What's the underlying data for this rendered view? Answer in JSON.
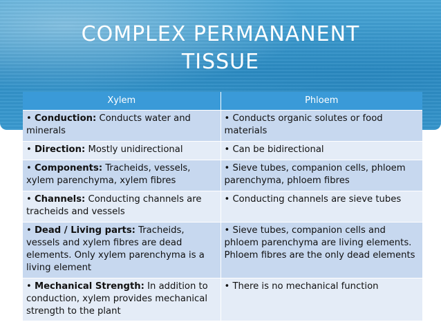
{
  "title": {
    "line1": "COMPLEX PERMANANENT",
    "line2": "TISSUE"
  },
  "table": {
    "headers": [
      "Xylem",
      "Phloem"
    ],
    "rows": [
      {
        "xylem": {
          "bullet": "•",
          "label": "Conduction:",
          "text": " Conducts water and minerals"
        },
        "phloem": {
          "bullet": "•",
          "label": "",
          "text": " Conducts organic solutes or food materials"
        }
      },
      {
        "xylem": {
          "bullet": "•",
          "label": "Direction:",
          "text": " Mostly unidirectional"
        },
        "phloem": {
          "bullet": "•",
          "label": "",
          "text": " Can be bidirectional"
        }
      },
      {
        "xylem": {
          "bullet": "•",
          "label": " Components:",
          "text": " Tracheids, vessels, xylem parenchyma, xylem fibres"
        },
        "phloem": {
          "bullet": "•",
          "label": "",
          "text": " Sieve tubes, companion cells, phloem parenchyma, phloem fibres"
        }
      },
      {
        "xylem": {
          "bullet": "•",
          "label": "Channels:",
          "text": " Conducting channels are tracheids and vessels"
        },
        "phloem": {
          "bullet": "•",
          "label": "",
          "text": " Conducting channels are sieve tubes"
        }
      },
      {
        "xylem": {
          "bullet": "•",
          "label": "Dead / Living parts:",
          "text": " Tracheids, vessels and xylem fibres are dead elements. Only xylem parenchyma is a living element"
        },
        "phloem": {
          "bullet": "•",
          "label": "",
          "text": " Sieve tubes, companion cells and phloem parenchyma are living elements. Phloem fibres are the only dead elements"
        }
      },
      {
        "xylem": {
          "bullet": "•",
          "label": "Mechanical Strength:",
          "text": " In addition to conduction, xylem provides mechanical strength to the plant"
        },
        "phloem": {
          "bullet": "•",
          "label": "",
          "text": " There is no mechanical function"
        }
      }
    ]
  },
  "colors": {
    "header": "#3a9ad8",
    "row_dark": "#c7d8ef",
    "row_light": "#e4ecf7",
    "banner": "#2f8fc6"
  }
}
